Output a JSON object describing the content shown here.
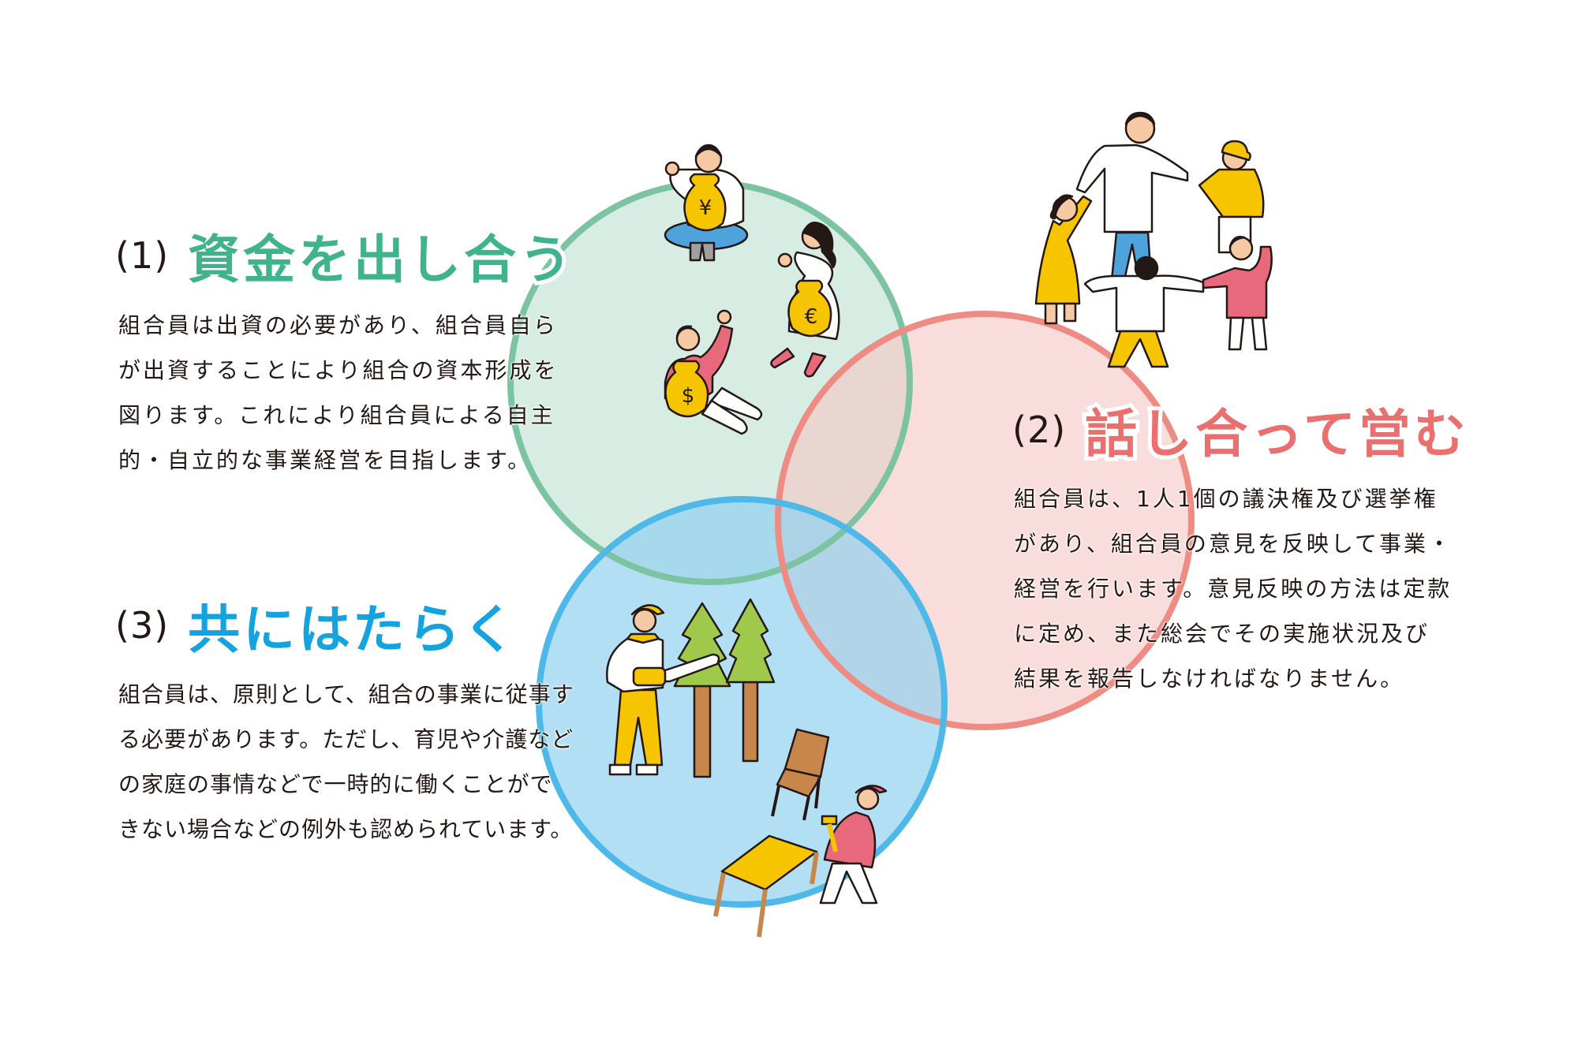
{
  "colors": {
    "green_stroke": "#7cc3a1",
    "green_fill": "#d7ece3",
    "green_title": "#3fb48c",
    "pink_stroke": "#ee8b83",
    "pink_fill": "#f9dcdc",
    "pink_title": "#e9706e",
    "blue_stroke": "#4eb8e8",
    "blue_fill": "#b2def4",
    "blue_title": "#13a4df",
    "text": "#231815"
  },
  "sections": [
    {
      "number": "(1)",
      "title": "資金を出し合う",
      "body_lines": [
        "組合員は出資の必要があり、組合員自ら",
        "が出資することにより組合の資本形成を",
        "図ります。これにより組合員による自主",
        "的・自立的な事業経営を目指します。"
      ],
      "illustration": "people-holding-money-bags-icon",
      "currency_symbols": [
        "¥",
        "€",
        "$"
      ]
    },
    {
      "number": "(2)",
      "title": "話し合って営む",
      "body_lines": [
        "組合員は、1人1個の議決権及び選挙権",
        "があり、組合員の意見を反映して事業・",
        "経営を行います。意見反映の方法は定款",
        "に定め、また総会でその実施状況及び",
        "結果を報告しなければなりません。"
      ],
      "illustration": "people-holding-hands-circle-icon"
    },
    {
      "number": "(3)",
      "title": "共にはたらく",
      "body_lines": [
        "組合員は、原則として、組合の事業に従事す",
        "る必要があります。ただし、育児や介護など",
        "の家庭の事情などで一時的に働くことがで",
        "きない場合などの例外も認められています。"
      ],
      "illustration": "people-working-forestry-furniture-icon"
    }
  ]
}
